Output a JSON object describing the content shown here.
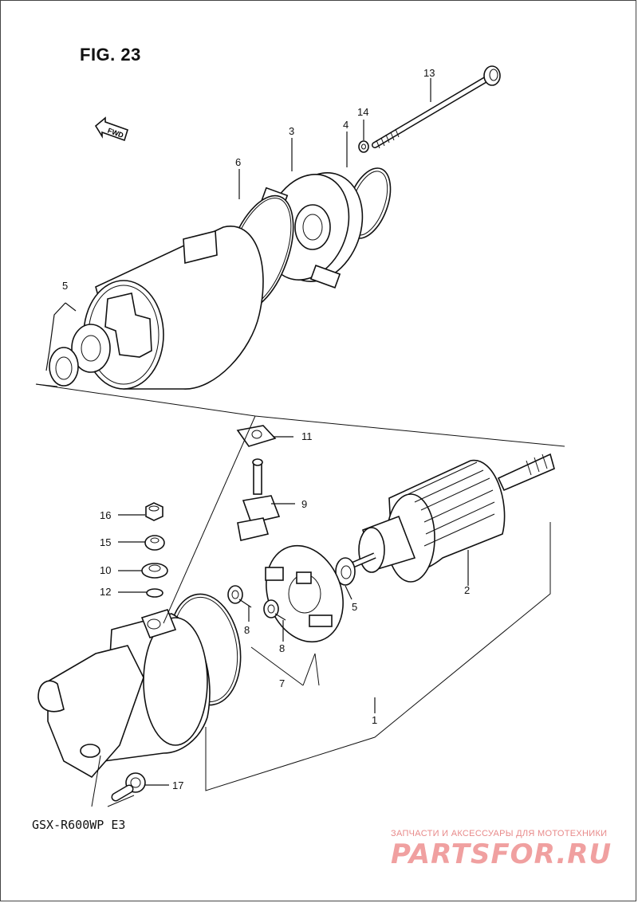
{
  "figure": {
    "title": "FIG. 23",
    "fwd_arrow_text": "FWD"
  },
  "model": {
    "code": "GSX-R600WP  E3"
  },
  "watermark": {
    "top_text": "ЗАПЧАСТИ И АКСЕССУАРЫ ДЛЯ МОТОТЕХНИКИ",
    "logo_text": "PARTSFOR.RU"
  },
  "callouts": {
    "c1": "1",
    "c2": "2",
    "c3": "3",
    "c4": "4",
    "c5a": "5",
    "c5b": "5",
    "c6": "6",
    "c7": "7",
    "c8a": "8",
    "c8b": "8",
    "c9": "9",
    "c10": "10",
    "c11": "11",
    "c12": "12",
    "c13": "13",
    "c14": "14",
    "c15": "15",
    "c16": "16",
    "c17": "17"
  }
}
